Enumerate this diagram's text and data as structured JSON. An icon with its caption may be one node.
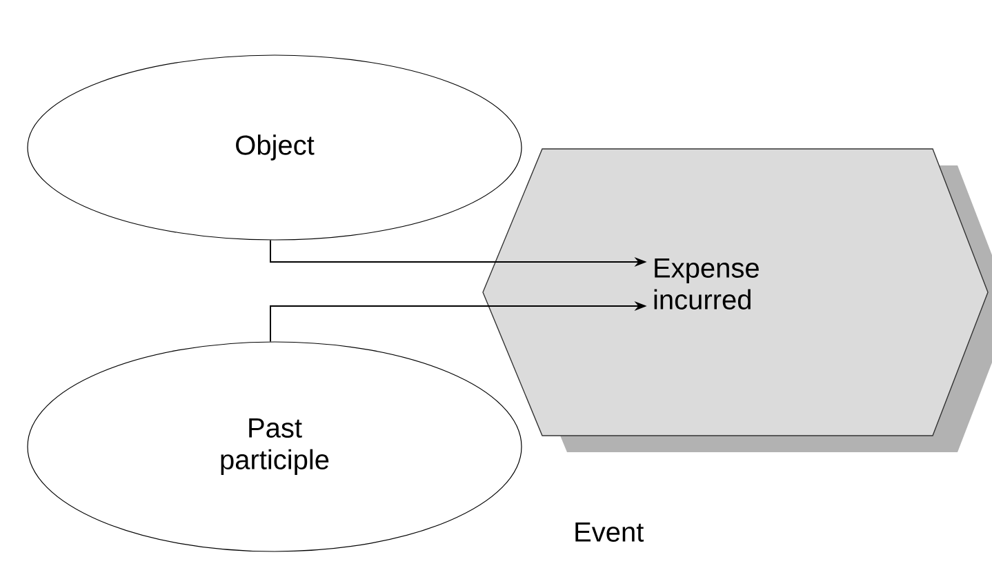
{
  "diagram": {
    "nodes": [
      {
        "text": [
          "Object"
        ]
      },
      {
        "text": [
          "Past participle"
        ]
      },
      {
        "text": [
          "Expense incurred"
        ],
        "beside": [
          "Event"
        ]
      }
    ],
    "edges": [
      {
        "from": 0,
        "to": 2,
        "arrow": "to"
      },
      {
        "from": 1,
        "to": 2,
        "arrow": "to"
      }
    ]
  }
}
